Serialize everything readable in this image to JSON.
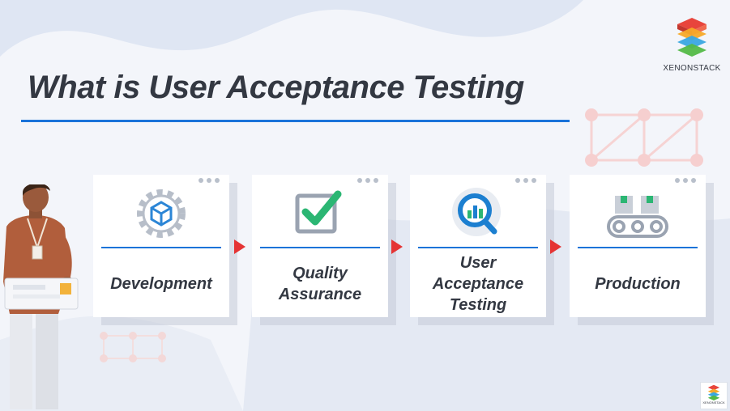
{
  "title": "What is User Acceptance Testing",
  "logo": {
    "name": "XENONSTACK",
    "icon": "xenonstack-layers-logo"
  },
  "stages": [
    {
      "label": "Development",
      "icon": "gear-cube-icon"
    },
    {
      "label": "Quality Assurance",
      "icon": "checkbox-check-icon"
    },
    {
      "label": "User Acceptance Testing",
      "icon": "magnifier-chart-icon"
    },
    {
      "label": "Production",
      "icon": "conveyor-belt-icon"
    }
  ],
  "colors": {
    "accent": "#1a73d9",
    "arrow": "#e53434",
    "text": "#333842",
    "check": "#2bb673"
  }
}
